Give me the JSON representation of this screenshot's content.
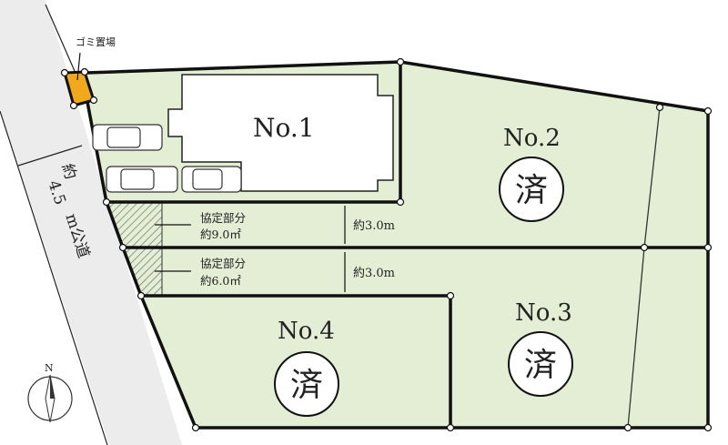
{
  "title": "区画図",
  "road": {
    "width_label_1": "約",
    "width_label_2": "4.5",
    "width_label_3": "m公道"
  },
  "garbage": {
    "label": "ゴミ置場"
  },
  "lots": [
    {
      "name": "No.1",
      "status": ""
    },
    {
      "name": "No.2",
      "status": "済"
    },
    {
      "name": "No.3",
      "status": "済"
    },
    {
      "name": "No.4",
      "status": "済"
    }
  ],
  "strips": [
    {
      "label": "協定部分",
      "area": "約9.0㎡",
      "width": "約3.0m"
    },
    {
      "label": "協定部分",
      "area": "約6.0㎡",
      "width": "約3.0m"
    }
  ],
  "compass": {
    "label": "N"
  },
  "colors": {
    "lot": "#e3eed5",
    "road": "#ececec",
    "garbage": "#f0a81c",
    "line": "#111111"
  }
}
